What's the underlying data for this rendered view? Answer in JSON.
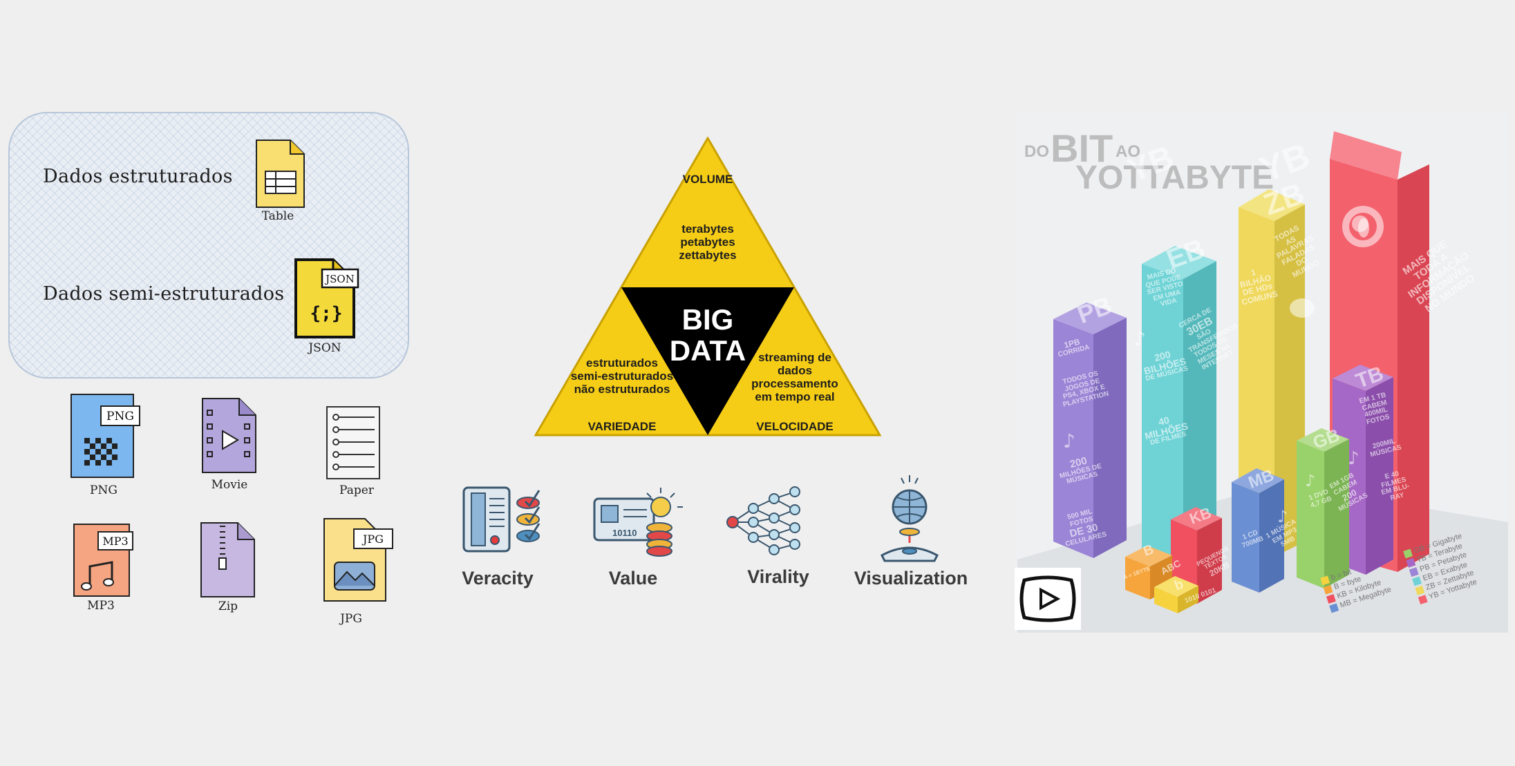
{
  "left_panel": {
    "structured_label": "Dados estruturados",
    "semi_structured_label": "Dados semi-estruturados",
    "files": [
      {
        "caption": "Table"
      },
      {
        "caption": "JSON",
        "tag": "JSON"
      },
      {
        "caption": "PNG",
        "tag": "PNG"
      },
      {
        "caption": "Movie"
      },
      {
        "caption": "Paper"
      },
      {
        "caption": "MP3",
        "tag": "MP3"
      },
      {
        "caption": "Zip"
      },
      {
        "caption": "JPG",
        "tag": "JPG"
      }
    ]
  },
  "triangle": {
    "volume_title": "VOLUME",
    "volume_lines": [
      "terabytes",
      "petabytes",
      "zettabytes"
    ],
    "center_lines": [
      "BIG",
      "DATA"
    ],
    "variedade_lines": [
      "estruturados",
      "semi-estruturados",
      "não estruturados"
    ],
    "variedade_title": "VARIEDADE",
    "velocidade_lines": [
      "streaming de",
      "dados",
      "processamento",
      "em tempo real"
    ],
    "velocidade_title": "VELOCIDADE",
    "colors": {
      "yellow": "#f6cd16",
      "black": "#000000"
    }
  },
  "vs": [
    {
      "label": "Veracity",
      "icon": "server-checklist-icon"
    },
    {
      "label": "Value",
      "icon": "id-card-lightbulb-coins-icon"
    },
    {
      "label": "Virality",
      "icon": "network-nodes-icon"
    },
    {
      "label": "Visualization",
      "icon": "globe-hologram-icon"
    }
  ],
  "infographic": {
    "title_do": "DO",
    "title_bit": "BIT",
    "title_ao": "AO",
    "title_yotta": "YOTTABYTE",
    "bars": [
      {
        "unit": "PB",
        "color": "#9b85d6",
        "texts": [
          "1PB",
          "CORRIDA",
          "TODOS OS",
          "JOGOS DE",
          "PS4, XBOX E",
          "PLAYSTATION",
          "200",
          "MILHÕES DE",
          "MÚSICAS",
          "500 MIL",
          "FOTOS",
          "DE 30",
          "CELULARES"
        ]
      },
      {
        "unit": "EB",
        "color": "#6fd3d6",
        "texts": [
          "MAIS DO",
          "QUE PODE",
          "SER VISTO",
          "EM UMA",
          "VIDA",
          "CERCA DE",
          "30EB",
          "SÃO",
          "TRANSFERIDOS",
          "TODOS OS",
          "MESES NA",
          "INTERNET",
          "200",
          "BILHÕES",
          "DE MÚSICAS",
          "40",
          "MILHÕES",
          "DE FILMES"
        ]
      },
      {
        "unit": "ZB",
        "color": "#efd85c",
        "texts": [
          "1",
          "BILHÃO",
          "DE HDs",
          "COMUNS",
          "TODAS AS",
          "PALAVRAS",
          "FALADAS",
          "DO",
          "MUNDO"
        ]
      },
      {
        "unit": "YB",
        "color": "#f3616d",
        "texts": [
          "MAIS QUE",
          "TODA A",
          "INFORMAÇÃO",
          "DISPONÍVEL",
          "NO MUNDO"
        ]
      },
      {
        "unit": "TB",
        "color": "#a668c6",
        "texts": [
          "EM 1 TB",
          "CABEM",
          "400MIL",
          "FOTOS",
          "200MIL",
          "MÚSICAS",
          "E 40",
          "FILMES",
          "EM BLU-",
          "RAY"
        ]
      },
      {
        "unit": "GB",
        "color": "#99d16a",
        "texts": [
          "1 DVD",
          "4,7 GB",
          "EM 1GB",
          "CABEM",
          "200",
          "MÚSICAS"
        ]
      },
      {
        "unit": "MB",
        "color": "#6b8fd3",
        "texts": [
          "1 CD",
          "700MB",
          "1 MÚSICA",
          "EM MP3",
          "5MB"
        ]
      },
      {
        "unit": "KB",
        "color": "#f0505f",
        "texts": [
          "PEQUENOS",
          "TEXTOS",
          "20KB"
        ]
      },
      {
        "unit": "B",
        "color": "#f6a53c",
        "texts": [
          "ABC",
          "A = 1BYTE"
        ]
      },
      {
        "unit": "b",
        "color": "#f5d23e",
        "texts": [
          "1010",
          "0101"
        ]
      }
    ],
    "legend": [
      {
        "text": "b = bit",
        "color": "#f5d23e"
      },
      {
        "text": "B = byte",
        "color": "#f6a53c"
      },
      {
        "text": "KB = Kilobyte",
        "color": "#f0505f"
      },
      {
        "text": "MB = Megabyte",
        "color": "#6b8fd3"
      },
      {
        "text": "GB = Gigabyte",
        "color": "#99d16a"
      },
      {
        "text": "TB = Terabyte",
        "color": "#a668c6"
      },
      {
        "text": "PB = Petabyte",
        "color": "#9b85d6"
      },
      {
        "text": "EB = Exabyte",
        "color": "#6fd3d6"
      },
      {
        "text": "ZB = Zettabyte",
        "color": "#efd85c"
      },
      {
        "text": "YB = Yottabyte",
        "color": "#f3616d"
      }
    ]
  }
}
